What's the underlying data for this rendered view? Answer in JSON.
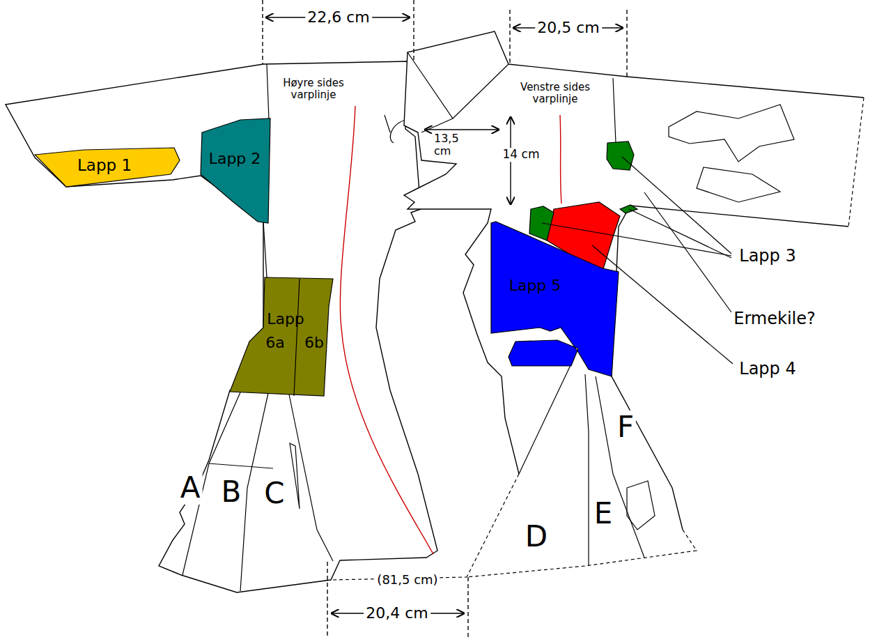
{
  "diagram": {
    "nodes": [
      {
        "text": [
          "Lapp 1"
        ]
      },
      {
        "text": [
          "Lapp 2"
        ]
      },
      {
        "text": [
          "Lapp",
          "6a",
          "6b"
        ]
      },
      {
        "text": [
          "Lapp 5"
        ]
      }
    ],
    "labels": [
      "22,6 cm",
      "20,5 cm",
      "Høyre sides varplinje",
      "Venstre sides varplinje",
      "13,5 cm",
      "14 cm",
      "(81,5 cm)",
      "20,4 cm",
      "A",
      "B",
      "C",
      "D",
      "E",
      "F",
      "Lapp 3",
      "Ermekile?",
      "Lapp 4"
    ]
  }
}
